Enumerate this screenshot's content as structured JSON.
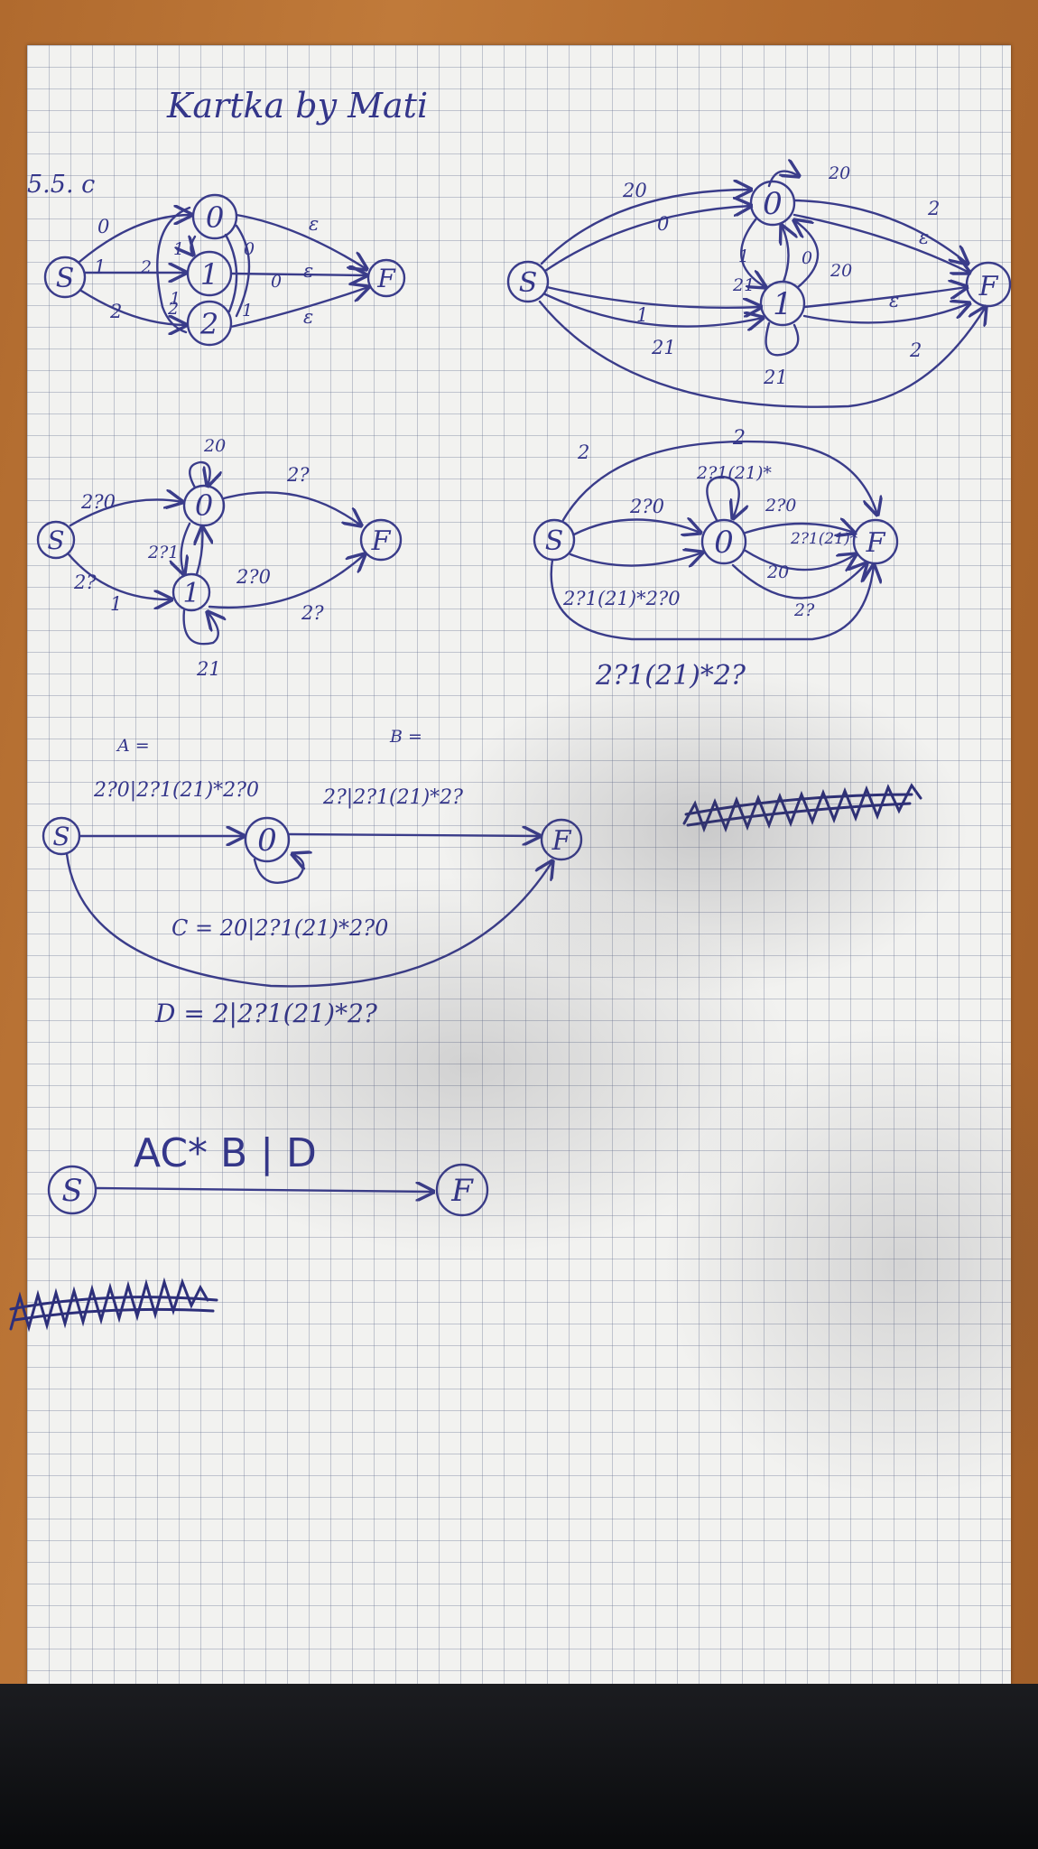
{
  "title": "Kartka by Mati",
  "exercise_label": "5.5. c",
  "states": {
    "start": "S",
    "final": "F",
    "zero": "0",
    "one": "1",
    "two": "2"
  },
  "diagram1": {
    "labels": [
      "0",
      "1",
      "2",
      "1",
      "2",
      "1",
      "2",
      "0",
      "1",
      "ε",
      "ε",
      "ε",
      "0"
    ]
  },
  "diagram2": {
    "labels": [
      "20",
      "0",
      "2",
      "ε",
      "1",
      "0",
      "20",
      "21",
      "1",
      "ε",
      "21",
      "2",
      "21"
    ]
  },
  "diagram3": {
    "labels": [
      "20",
      "2?",
      "2?0",
      "2?1",
      "2?0",
      "2?",
      "1",
      "2?",
      "21"
    ]
  },
  "diagram4": {
    "labels": [
      "2",
      "2?1(21)*",
      "2?0",
      "2?0",
      "2?1(21)*",
      "20",
      "2?",
      "2?1(21)*2?0"
    ],
    "bottom_expression": "2?1(21)*2?"
  },
  "diagram5": {
    "def_a": "A =",
    "def_b": "B =",
    "label_a": "2?0|2?1(21)*2?0",
    "label_b": "2?|2?1(21)*2?",
    "label_c": "C = 20|2?1(21)*2?0",
    "label_d": "D =   2|2?1(21)*2?"
  },
  "final_expression": "AC* B | D",
  "colors": {
    "ink": "#3a3c8a",
    "paper": "#f2f2f0",
    "desk": "#b87434",
    "grid": "#8a90a8"
  }
}
